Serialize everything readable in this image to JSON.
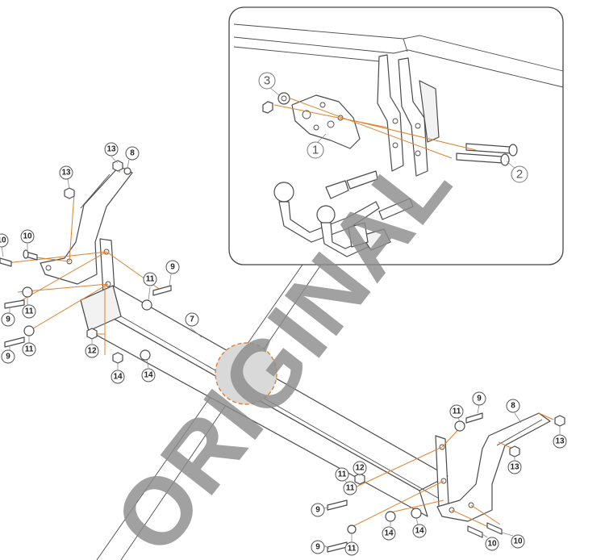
{
  "watermark": "ORIGINAL",
  "colors": {
    "guide": "#e0802a",
    "watermark": "#8c8c8c",
    "magnifier": "#d9d9d9"
  },
  "callouts": [
    {
      "id": "c10a",
      "label": "10"
    },
    {
      "id": "c10b",
      "label": "10"
    },
    {
      "id": "c13a",
      "label": "13"
    },
    {
      "id": "c8a",
      "label": "8"
    },
    {
      "id": "c13b",
      "label": "13"
    },
    {
      "id": "c11a",
      "label": "11"
    },
    {
      "id": "c9a",
      "label": "9"
    },
    {
      "id": "c11b",
      "label": "11"
    },
    {
      "id": "c9b",
      "label": "9"
    },
    {
      "id": "c11c",
      "label": "11"
    },
    {
      "id": "c9c",
      "label": "9"
    },
    {
      "id": "c11d",
      "label": "11"
    },
    {
      "id": "c9d",
      "label": "9"
    },
    {
      "id": "c7",
      "label": "7"
    },
    {
      "id": "c12a",
      "label": "12"
    },
    {
      "id": "c14a",
      "label": "14"
    },
    {
      "id": "c14b",
      "label": "14"
    },
    {
      "id": "c11e",
      "label": "11"
    },
    {
      "id": "c9e",
      "label": "9"
    },
    {
      "id": "c8b",
      "label": "8"
    },
    {
      "id": "c13c",
      "label": "13"
    },
    {
      "id": "c13d",
      "label": "13"
    },
    {
      "id": "c11f",
      "label": "11"
    },
    {
      "id": "c12b",
      "label": "12"
    },
    {
      "id": "c9f",
      "label": "9"
    },
    {
      "id": "c14c",
      "label": "14"
    },
    {
      "id": "c14d",
      "label": "14"
    },
    {
      "id": "c10c",
      "label": "10"
    },
    {
      "id": "c10d",
      "label": "10"
    },
    {
      "id": "c9g",
      "label": "9"
    },
    {
      "id": "c11g",
      "label": "11"
    }
  ],
  "inset_callouts": [
    {
      "id": "i3",
      "label": "3"
    },
    {
      "id": "i1",
      "label": "1"
    },
    {
      "id": "i2",
      "label": "2"
    }
  ]
}
